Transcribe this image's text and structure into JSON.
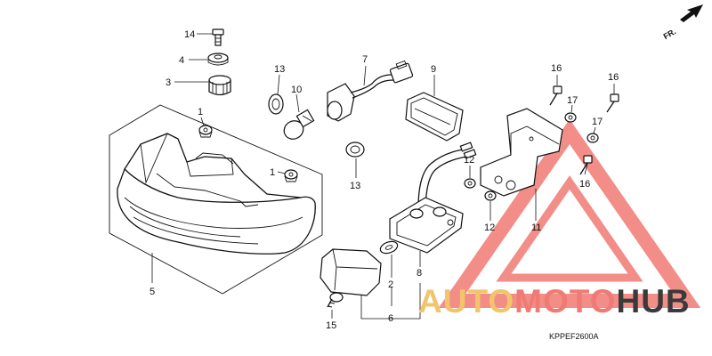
{
  "diagram_code": "KPPEF2600A",
  "direction_label": "FR.",
  "watermark": {
    "auto": "AUTO",
    "moto": "MOTO",
    "hub": "HUB",
    "color_accent": "#f07a74",
    "color_gold": "#f2c46c",
    "color_dark": "#3a3a3a"
  },
  "callouts": {
    "c1a": "1",
    "c1b": "1",
    "c2": "2",
    "c3": "3",
    "c4": "4",
    "c5": "5",
    "c6": "6",
    "c7": "7",
    "c8": "8",
    "c9": "9",
    "c10": "10",
    "c11": "11",
    "c12a": "12",
    "c12b": "12",
    "c13a": "13",
    "c13b": "13",
    "c14": "14",
    "c15": "15",
    "c16a": "16",
    "c16b": "16",
    "c16c": "16",
    "c17a": "17",
    "c17b": "17"
  }
}
